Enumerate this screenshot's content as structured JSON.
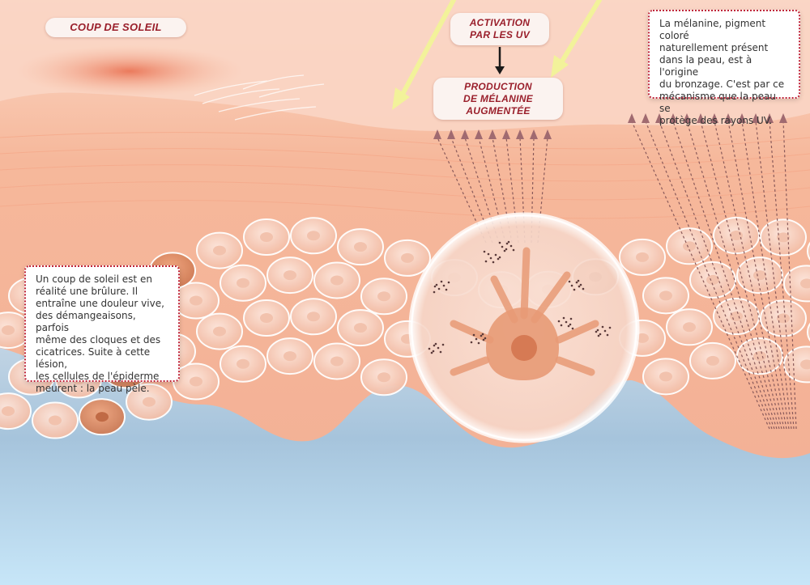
{
  "title": "COUP DE SOLEIL",
  "activation": [
    "ACTIVATION",
    "PAR LES UV"
  ],
  "production": [
    "PRODUCTION",
    "DE MÉLANINE",
    "AUGMENTÉE"
  ],
  "left_box": [
    "Un coup de soleil est en",
    "réalité une brûlure. Il",
    "entraîne une douleur vive,",
    "des démangeaisons, parfois",
    "même des cloques et des",
    "cicatrices. Suite à cette lésion,",
    "les cellules de l'épiderme",
    "meurent : la peau pèle."
  ],
  "right_box": [
    "La mélanine, pigment coloré",
    "naturellement présent",
    "dans la peau, est à l'origine",
    "du bronzage. C'est par ce",
    "mécanisme que la peau se",
    "protège des rayons UV."
  ],
  "colors": {
    "skin": "#f7c9b3",
    "cell": "#f9d5c6",
    "melanocyte": "#e79a76",
    "uv_ray": "#f2f29a",
    "accent": "#9a1f2b",
    "background_blue": "#bfe0f5"
  }
}
